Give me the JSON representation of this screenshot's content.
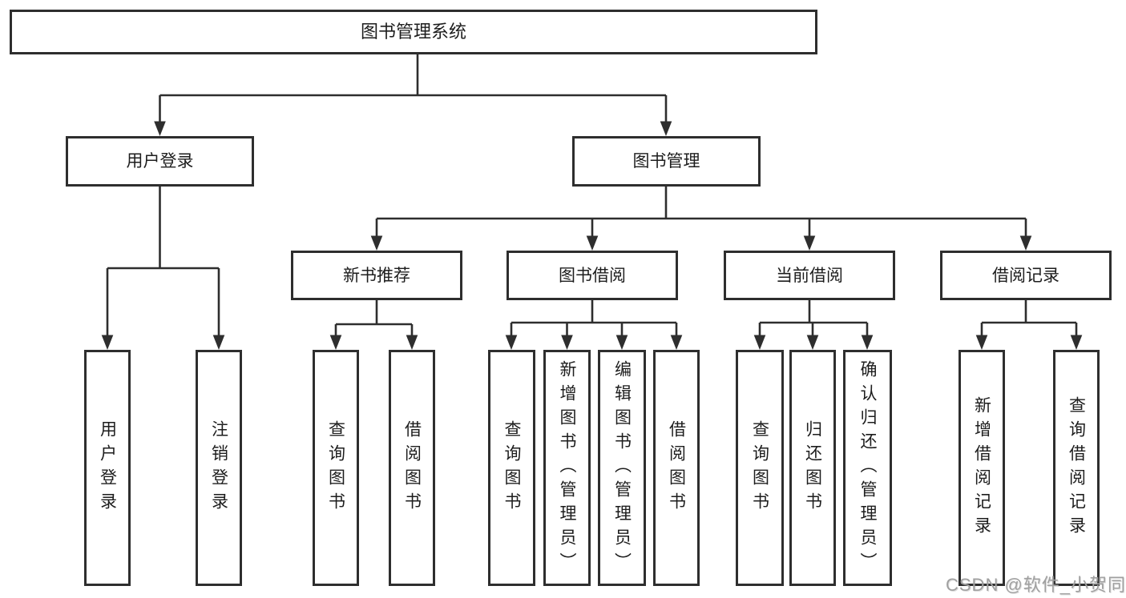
{
  "colors": {
    "line": "#2e2e2e",
    "box_border": "#2e2e2e",
    "box_fill": "#ffffff",
    "text": "#1d1d1d",
    "watermark": "#a0a0a0",
    "background": "#ffffff"
  },
  "watermark": {
    "text": "CSDN @软件_小贺同学"
  },
  "diagram": {
    "root": {
      "label": "图书管理系统"
    },
    "branches": [
      {
        "label": "用户登录",
        "leaves": [
          {
            "label": "用户登录"
          },
          {
            "label": "注销登录"
          }
        ]
      },
      {
        "label": "图书管理",
        "groups": [
          {
            "label": "新书推荐",
            "leaves": [
              {
                "label": "查询图书"
              },
              {
                "label": "借阅图书"
              }
            ]
          },
          {
            "label": "图书借阅",
            "leaves": [
              {
                "label": "查询图书"
              },
              {
                "label": "新增图书（管理员）"
              },
              {
                "label": "编辑图书（管理员）"
              },
              {
                "label": "借阅图书"
              }
            ]
          },
          {
            "label": "当前借阅",
            "leaves": [
              {
                "label": "查询图书"
              },
              {
                "label": "归还图书"
              },
              {
                "label": "确认归还（管理员）"
              }
            ]
          },
          {
            "label": "借阅记录",
            "leaves": [
              {
                "label": "新增借阅记录"
              },
              {
                "label": "查询借阅记录"
              }
            ]
          }
        ]
      }
    ]
  }
}
